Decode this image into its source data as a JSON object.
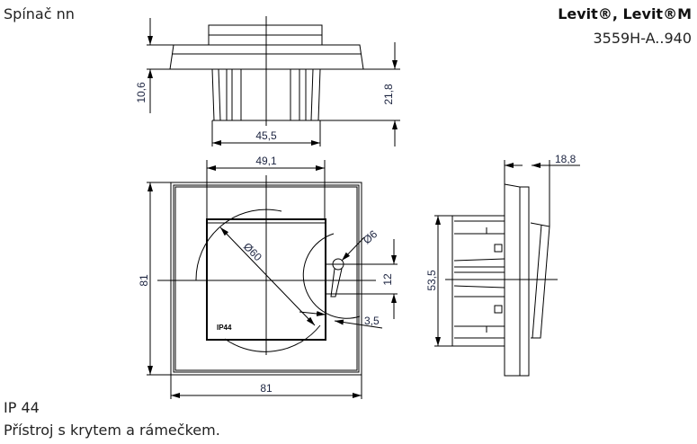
{
  "header": {
    "title": "Spínač nn",
    "brand": "Levit®, Levit®M",
    "code": "3559H-A..940"
  },
  "drawing": {
    "top_view": {
      "height_flange": "10,6",
      "height_total": "21,8",
      "body_width": "45,5"
    },
    "front_view": {
      "cover_width": "49,1",
      "frame_height": "81",
      "frame_width": "81",
      "circle_diameter": "Ø60",
      "hole_diameter": "Ø6",
      "hole_offset": "12",
      "gap": "3,5",
      "cover_label": "IP44"
    },
    "side_view": {
      "depth": "18,8",
      "body_height": "53,5"
    }
  },
  "footer": {
    "ip": "IP 44",
    "description": "Přístroj s krytem a rámečkem."
  }
}
